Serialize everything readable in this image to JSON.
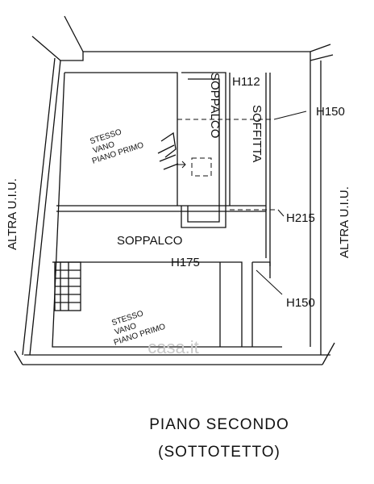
{
  "floor_title": "PIANO  SECONDO",
  "floor_subtitle": "(SOTTOTETTO)",
  "rooms": {
    "soppalco_upper": "SOPPALCO",
    "soffitta": "SOFFITTA",
    "soppalco_middle": "SOPPALCO"
  },
  "heights": {
    "h112": "H112",
    "h150_top": "H150",
    "h215": "H215",
    "h175": "H175",
    "h150_bottom": "H150"
  },
  "neighbors": {
    "left": "ALTRA  U.I.U.",
    "right": "ALTRA  U.I.U."
  },
  "stairs_notes": {
    "upper": [
      "STESSO",
      "VANO",
      "PIANO PRIMO"
    ],
    "lower": [
      "STESSO",
      "VANO",
      "PIANO PRIMO"
    ]
  },
  "watermark": "casa.it",
  "colors": {
    "line": "#111111",
    "background": "#ffffff",
    "watermark": "#c8c8c8"
  }
}
